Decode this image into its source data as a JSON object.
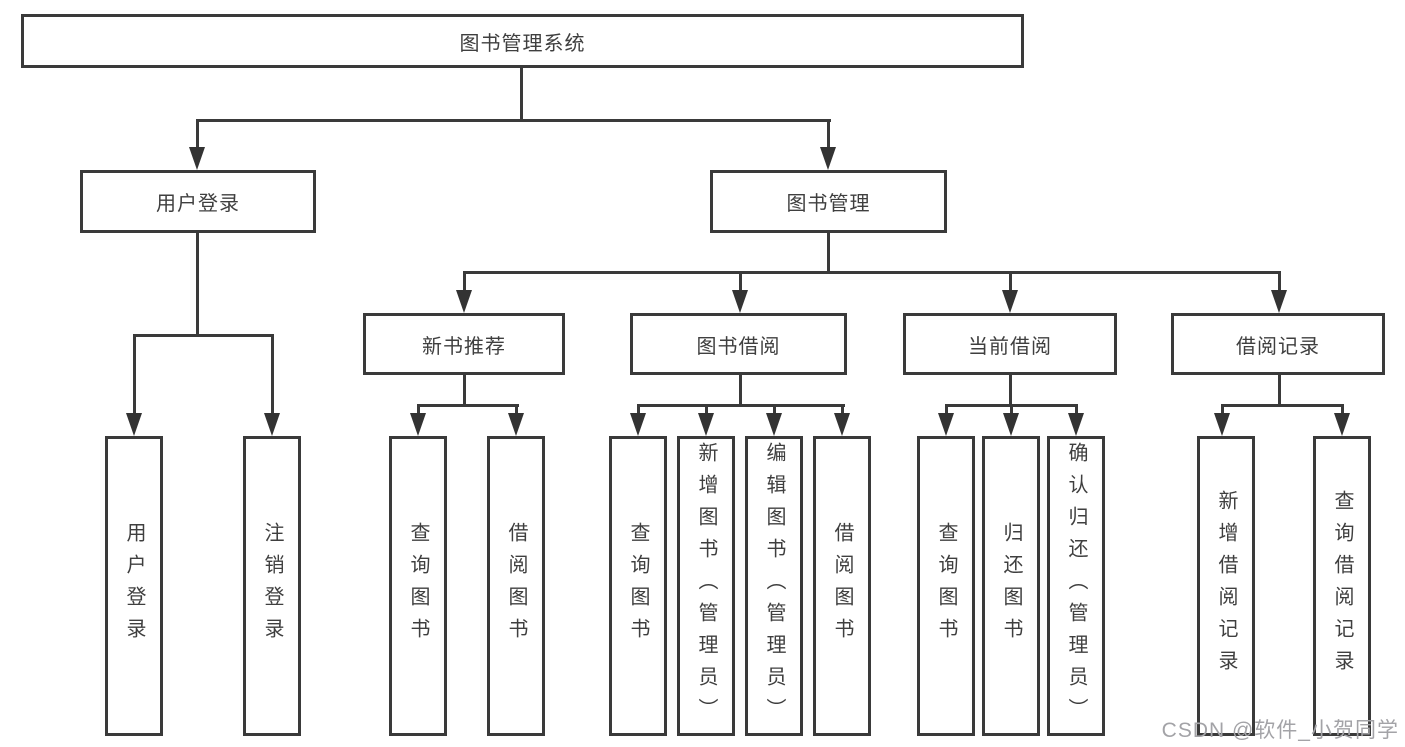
{
  "tree": {
    "root": "图书管理系统",
    "branches": [
      {
        "label": "用户登录",
        "children": [
          "用户登录",
          "注销登录"
        ]
      },
      {
        "label": "图书管理",
        "children": [
          {
            "label": "新书推荐",
            "children": [
              "查询图书",
              "借阅图书"
            ]
          },
          {
            "label": "图书借阅",
            "children": [
              "查询图书",
              "新增图书（管理员）",
              "编辑图书（管理员）",
              "借阅图书"
            ]
          },
          {
            "label": "当前借阅",
            "children": [
              "查询图书",
              "归还图书",
              "确认归还（管理员）"
            ]
          },
          {
            "label": "借阅记录",
            "children": [
              "新增借阅记录",
              "查询借阅记录"
            ]
          }
        ]
      }
    ]
  },
  "watermark": "CSDN @软件_小贺同学",
  "colors": {
    "line": "#3a3a3a",
    "box_border": "#3a3a3a",
    "box_fill": "#ffffff",
    "text": "#3f3f3f",
    "watermark": "#a3a3a7"
  }
}
